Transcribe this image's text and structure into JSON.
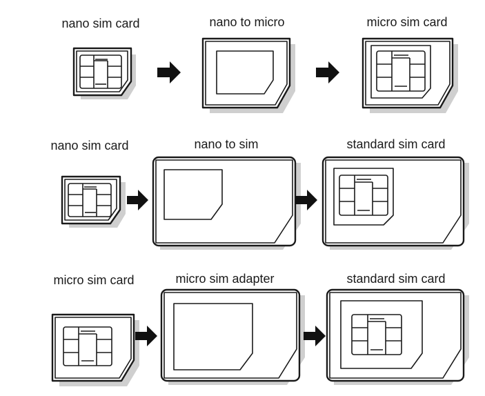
{
  "rows": [
    {
      "labels": [
        "nano sim card",
        "nano to micro",
        "micro sim card"
      ],
      "arrow_1": "right-arrow",
      "arrow_2": "right-arrow"
    },
    {
      "labels": [
        "nano sim card",
        "nano to sim",
        "standard sim card"
      ],
      "arrow_1": "right-arrow",
      "arrow_2": "right-arrow"
    },
    {
      "labels": [
        "micro sim card",
        "micro sim adapter",
        "standard sim card"
      ],
      "arrow_1": "right-arrow",
      "arrow_2": "right-arrow"
    }
  ],
  "colors": {
    "ink": "#1a1a1a",
    "shade": "#cfcfcf",
    "background": "#ffffff"
  }
}
